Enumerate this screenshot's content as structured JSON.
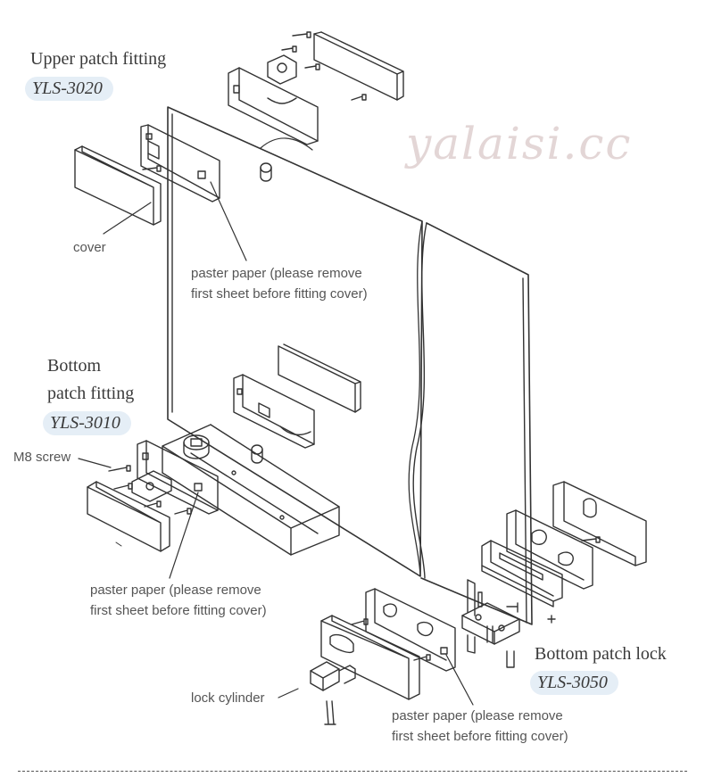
{
  "watermark": "yalaisi.cc",
  "sections": {
    "upper": {
      "title": "Upper patch fitting",
      "model": "YLS-3020"
    },
    "bottom": {
      "title_line1": "Bottom",
      "title_line2": "patch fitting",
      "model": "YLS-3010"
    },
    "lock": {
      "title": "Bottom patch lock",
      "model": "YLS-3050"
    }
  },
  "callouts": {
    "cover": "cover",
    "paster_upper_line1": "paster paper (please remove",
    "paster_upper_line2": "first sheet before fitting cover)",
    "m8_screw": "M8 screw",
    "paster_bottom_line1": "paster paper (please remove",
    "paster_bottom_line2": "first sheet before fitting cover)",
    "lock_cylinder": "lock cylinder",
    "paster_lock_line1": "paster paper (please remove",
    "paster_lock_line2": "first sheet before fitting cover)"
  }
}
